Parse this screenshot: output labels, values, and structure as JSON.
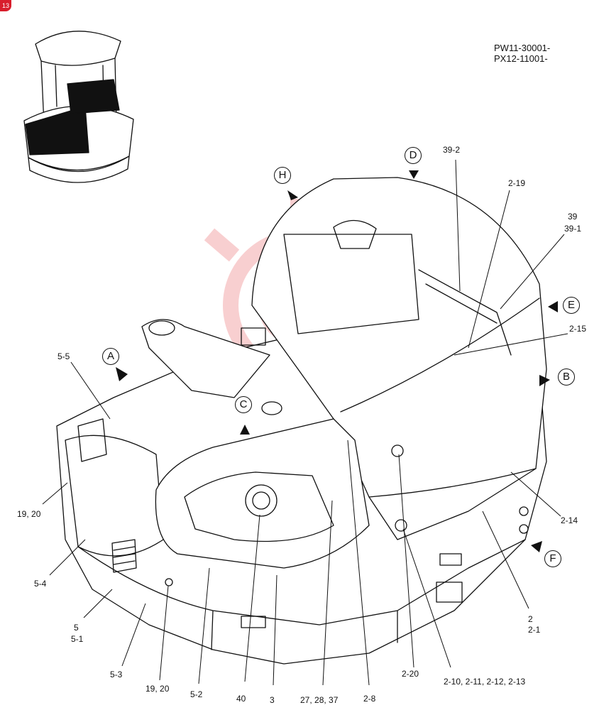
{
  "badge": "13",
  "model_codes": [
    "PW11-30001-",
    "PX12-11001-"
  ],
  "view_markers": [
    "A",
    "B",
    "C",
    "D",
    "E",
    "F",
    "H"
  ],
  "callouts": {
    "c_39_2": "39-2",
    "c_2_19": "2-19",
    "c_39": "39",
    "c_39_1": "39-1",
    "c_2_15": "2-15",
    "c_5_5": "5-5",
    "c_19_20_left": "19, 20",
    "c_2_14": "2-14",
    "c_5_4": "5-4",
    "c_2": "2",
    "c_2_1": "2-1",
    "c_5": "5",
    "c_5_1": "5-1",
    "c_5_3": "5-3",
    "c_19_20_bottom": "19, 20",
    "c_5_2": "5-2",
    "c_40": "40",
    "c_3": "3",
    "c_27_28_37": "27, 28, 37",
    "c_2_8": "2-8",
    "c_2_20": "2-20",
    "c_2_10_13": "2-10, 2-11, 2-12, 2-13"
  },
  "colors": {
    "line": "#111111",
    "watermark": "#f4a8aa",
    "badge": "#d81e2c"
  }
}
